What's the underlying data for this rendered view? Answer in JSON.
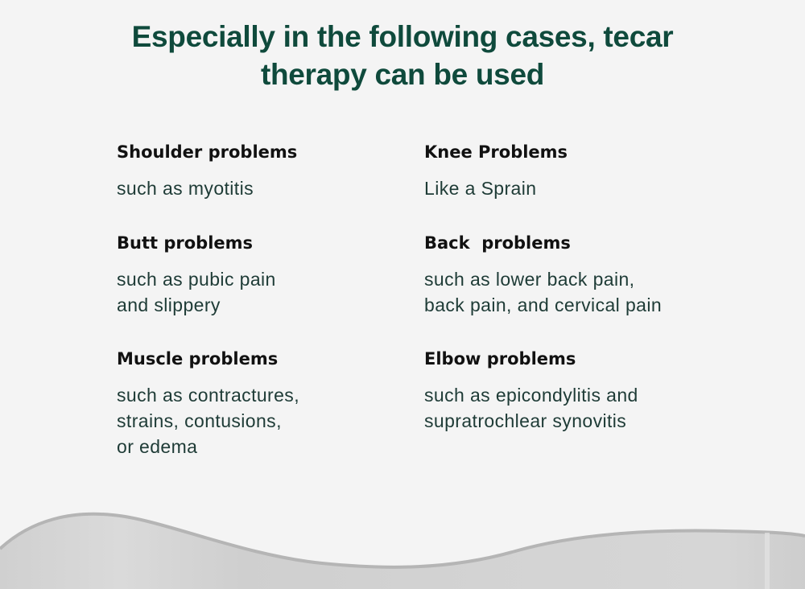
{
  "title": {
    "line1": "Especially in the following cases, tecar",
    "line2": "therapy can be used"
  },
  "items": [
    {
      "heading": "Shoulder problems",
      "desc": [
        "such as myotitis"
      ]
    },
    {
      "heading": "Knee Problems",
      "desc": [
        "Like a Sprain"
      ]
    },
    {
      "heading": "Butt problems",
      "desc": [
        "such as pubic pain",
        "and slippery"
      ]
    },
    {
      "heading": "Back  problems",
      "desc": [
        "such as lower back pain,",
        "back pain, and cervical pain"
      ]
    },
    {
      "heading": "Muscle problems",
      "desc": [
        "such as contractures,",
        "strains, contusions,",
        "or edema"
      ]
    },
    {
      "heading": "Elbow problems",
      "desc": [
        "such as epicondylitis and",
        "supratrochlear synovitis"
      ]
    }
  ],
  "colors": {
    "title": "#0f4a3c",
    "heading": "#111111",
    "body": "#1e3b36",
    "background": "#f4f4f4",
    "wave": "#d2d2d2"
  }
}
